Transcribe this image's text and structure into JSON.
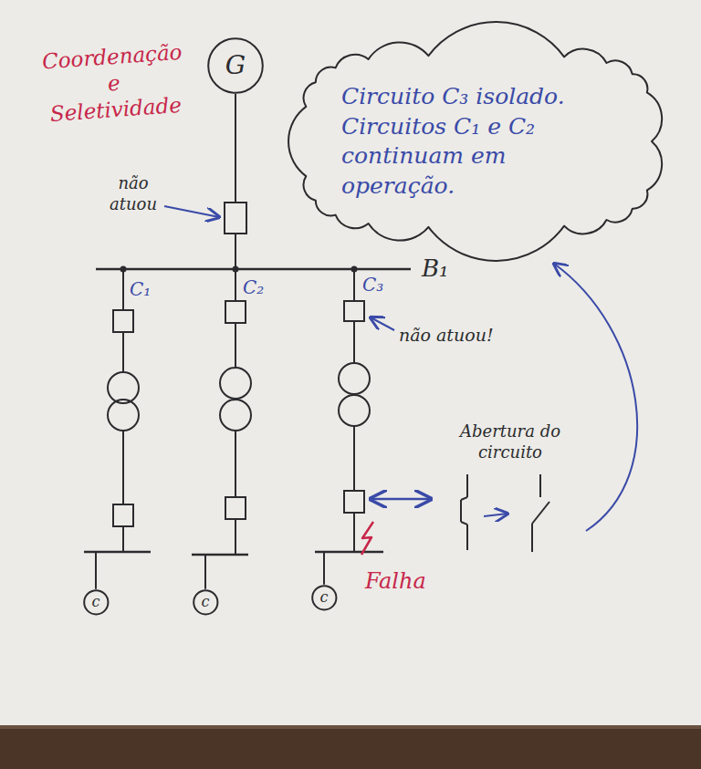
{
  "diagram": {
    "title": "Coordenação e Seletividade",
    "nodes": [
      {
        "text": [
          "G"
        ]
      },
      {
        "text": [
          "Circuito C₃ isolado. Circuitos C₁ e C₂ continuam em operação."
        ]
      },
      {
        "text": [
          "c"
        ]
      },
      {
        "text": [
          "c"
        ]
      },
      {
        "text": [
          "c"
        ]
      }
    ],
    "edges": [
      {
        "from": 0,
        "to": 2,
        "arrow": "none"
      },
      {
        "from": 0,
        "to": 3,
        "arrow": "none"
      },
      {
        "from": 0,
        "to": 4,
        "arrow": "none"
      }
    ],
    "labels": [
      "não atuou",
      "C₁",
      "C₂",
      "C₃",
      "B₁",
      "não atuou!",
      "Abertura do circuito",
      "Falha"
    ]
  }
}
